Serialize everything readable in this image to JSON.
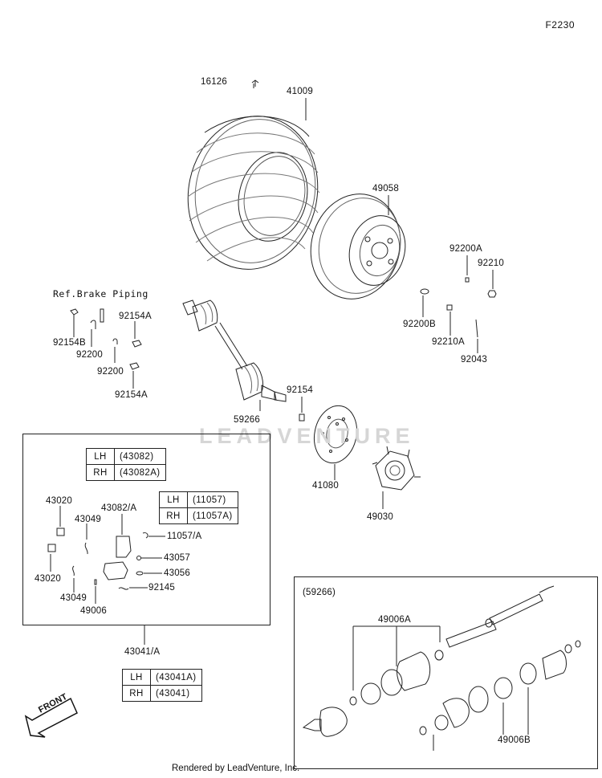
{
  "diagram_code": "F2230",
  "footer": "Rendered by LeadVenture, Inc.",
  "watermark": "LEADVENTURE",
  "front_label": "FRONT",
  "ref_note": "Ref.Brake Piping",
  "callouts": {
    "c16126": "16126",
    "c41009": "41009",
    "c49058": "49058",
    "c92200A": "92200A",
    "c92210": "92210",
    "c92200B": "92200B",
    "c92210A": "92210A",
    "c92043": "92043",
    "c92154B": "92154B",
    "c92200a": "92200",
    "c92200b": "92200",
    "c92154A_top": "92154A",
    "c92154A_bot": "92154A",
    "c92154": "92154",
    "c59266": "59266",
    "c41080": "41080",
    "c49030": "49030",
    "c43020_top": "43020",
    "c43049_top": "43049",
    "c43082A": "43082/A",
    "c11057A": "11057/A",
    "c43057": "43057",
    "c43056": "43056",
    "c92145": "92145",
    "c43020_bot": "43020",
    "c43049_bot": "43049",
    "c49006": "49006",
    "c43041A": "43041/A",
    "c59266_box": "(59266)",
    "c49006A": "49006A",
    "c49006B": "49006B"
  },
  "tables": {
    "t43082": [
      {
        "side": "LH",
        "part": "(43082)"
      },
      {
        "side": "RH",
        "part": "(43082A)"
      }
    ],
    "t11057": [
      {
        "side": "LH",
        "part": "(11057)"
      },
      {
        "side": "RH",
        "part": "(11057A)"
      }
    ],
    "t43041": [
      {
        "side": "LH",
        "part": "(43041A)"
      },
      {
        "side": "RH",
        "part": "(43041)"
      }
    ]
  }
}
